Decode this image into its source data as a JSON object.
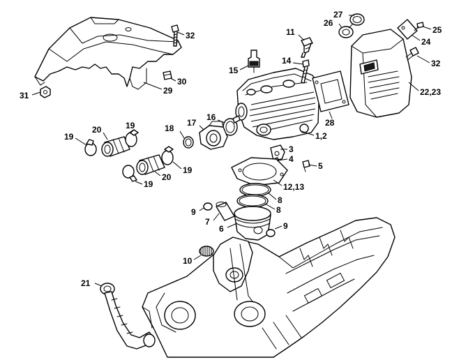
{
  "callouts": [
    {
      "id": "c32a",
      "label": "32"
    },
    {
      "id": "c30",
      "label": "30"
    },
    {
      "id": "c31",
      "label": "31"
    },
    {
      "id": "c29",
      "label": "29"
    },
    {
      "id": "c27",
      "label": "27"
    },
    {
      "id": "c26",
      "label": "26"
    },
    {
      "id": "c25",
      "label": "25"
    },
    {
      "id": "c24",
      "label": "24"
    },
    {
      "id": "c11",
      "label": "11"
    },
    {
      "id": "c32b",
      "label": "32"
    },
    {
      "id": "c2223",
      "label": "22,23"
    },
    {
      "id": "c14",
      "label": "14"
    },
    {
      "id": "c15",
      "label": "15"
    },
    {
      "id": "c28",
      "label": "28"
    },
    {
      "id": "c12",
      "label": "1,2"
    },
    {
      "id": "c16",
      "label": "16"
    },
    {
      "id": "c17",
      "label": "17"
    },
    {
      "id": "c18",
      "label": "18"
    },
    {
      "id": "c3",
      "label": "3"
    },
    {
      "id": "c4",
      "label": "4"
    },
    {
      "id": "c5",
      "label": "5"
    },
    {
      "id": "c19a",
      "label": "19"
    },
    {
      "id": "c20a",
      "label": "20"
    },
    {
      "id": "c19b",
      "label": "19"
    },
    {
      "id": "c19c",
      "label": "19"
    },
    {
      "id": "c19d",
      "label": "19"
    },
    {
      "id": "c20b",
      "label": "20"
    },
    {
      "id": "c1213",
      "label": "12,13"
    },
    {
      "id": "c8a",
      "label": "8"
    },
    {
      "id": "c8b",
      "label": "8"
    },
    {
      "id": "c9a",
      "label": "9"
    },
    {
      "id": "c7",
      "label": "7"
    },
    {
      "id": "c6",
      "label": "6"
    },
    {
      "id": "c9b",
      "label": "9"
    },
    {
      "id": "c10",
      "label": "10"
    },
    {
      "id": "c21",
      "label": "21"
    }
  ]
}
